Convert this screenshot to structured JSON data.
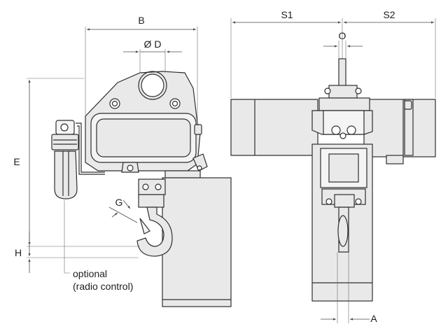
{
  "dimensions": {
    "B": "B",
    "D": "Ø D",
    "E": "E",
    "G": "G",
    "H": "H",
    "S1": "S1",
    "S2": "S2",
    "O": "O",
    "A": "A"
  },
  "note": {
    "line1": "optional",
    "line2": "(radio control)"
  }
}
